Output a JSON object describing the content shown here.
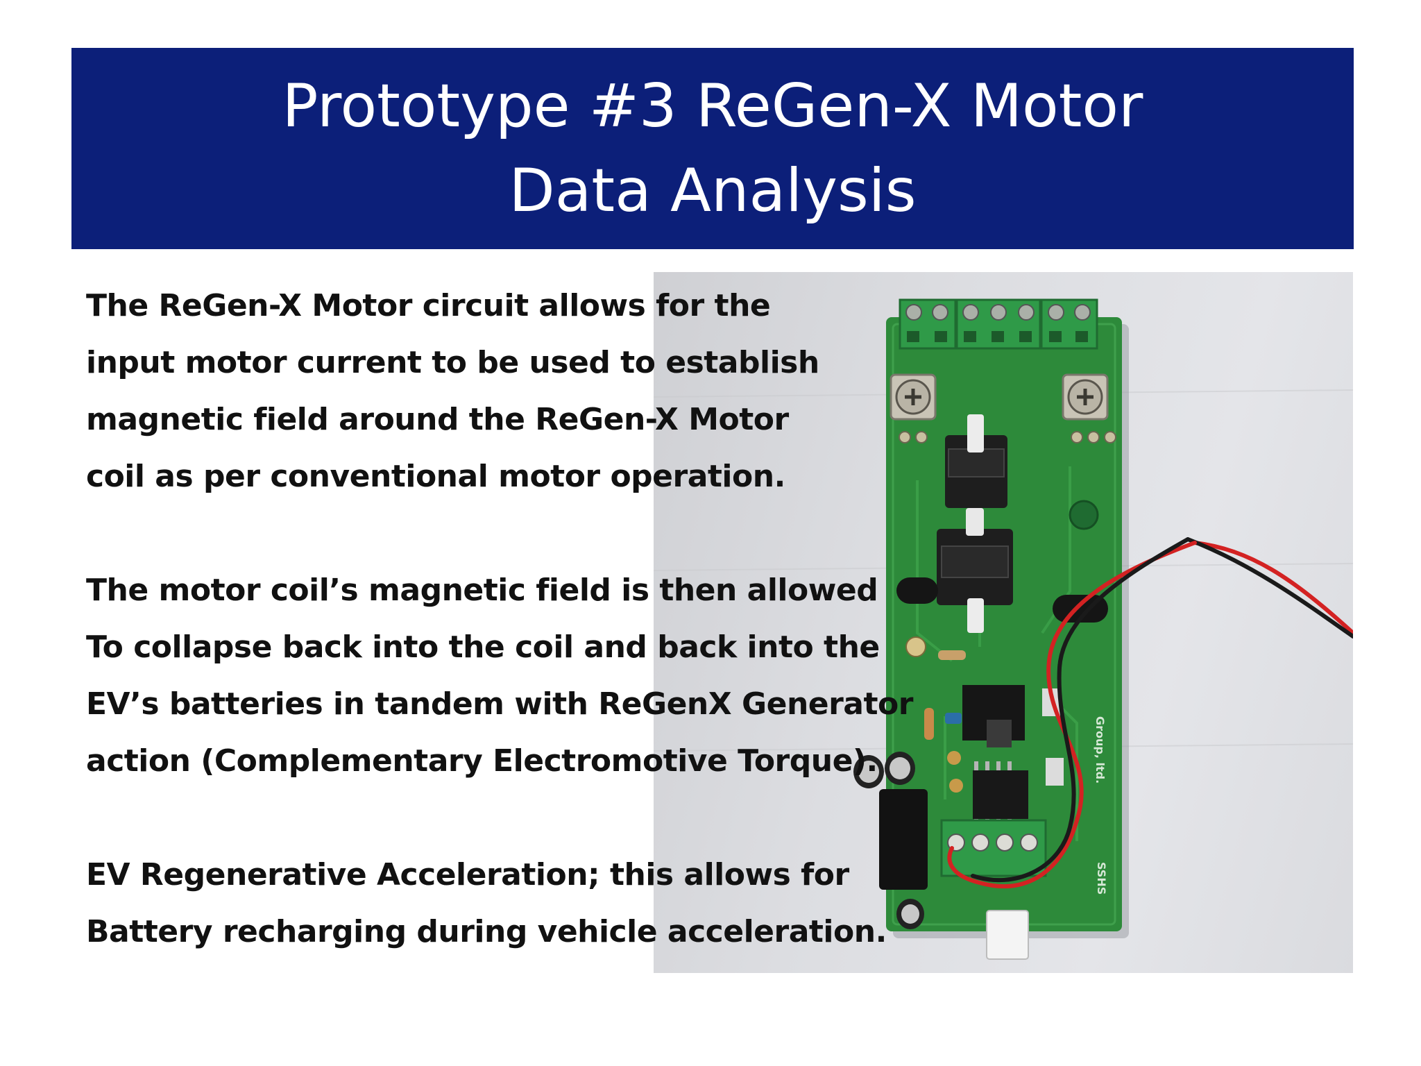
{
  "slide": {
    "title": {
      "line1": "Prototype #3 ReGen-X Motor",
      "line2": "Data Analysis"
    },
    "paragraphs": [
      {
        "lines": [
          "The ReGen-X Motor circuit allows for the",
          "input motor current to be used to establish",
          "magnetic field around  the ReGen-X Motor",
          "coil as per conventional motor operation."
        ]
      },
      {
        "lines": [
          "The motor coil’s magnetic field is then allowed",
          "To collapse back into the coil and back into the",
          "EV’s batteries in tandem with ReGenX Generator",
          "action (Complementary Electromotive Torque)."
        ]
      },
      {
        "lines": [
          "EV Regenerative Acceleration; this allows for",
          "Battery recharging during vehicle acceleration."
        ]
      }
    ],
    "photo": {
      "subject": "green circuit board with terminal blocks and twisted red/black wire",
      "board_print_1": "Group, ltd.",
      "board_print_2": "SSHS"
    },
    "colors": {
      "banner": "#0c1f79",
      "title_text": "#ffffff",
      "body_text": "#111111",
      "pcb": "#2d8a3a",
      "terminal": "#2f9a48"
    }
  }
}
